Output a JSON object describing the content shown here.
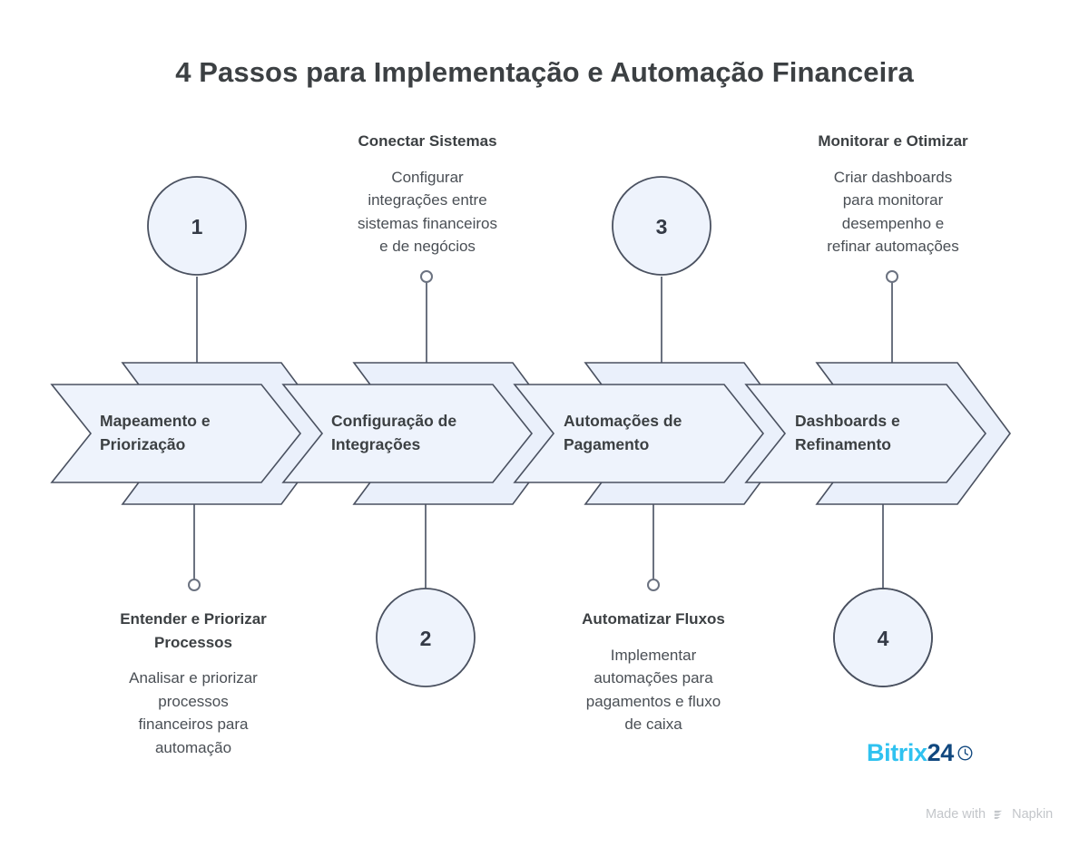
{
  "title": "4 Passos para Implementação e Automação Financeira",
  "theme": {
    "chevron_fill_light": "#eaf0fb",
    "chevron_fill_lighter": "#f2f6fd",
    "chevron_stroke": "#4a5160",
    "circle_fill": "#eef3fc",
    "circle_stroke": "#4a5160",
    "connector": "#6b7280",
    "text_dark": "#3c4043",
    "text_body": "#4a4f55",
    "bitrix_cyan": "#2fc2f0",
    "bitrix_navy": "#11487f",
    "napkin_grey": "#c3c6ca"
  },
  "steps": [
    {
      "number": "1",
      "chevron_label": "Mapeamento e\nPriorização",
      "caption_title": "Entender e Priorizar\nProcessos",
      "caption_body": "Analisar e priorizar\nprocessos\nfinanceiros para\nautomação",
      "caption_side": "bottom",
      "circle_side": "top"
    },
    {
      "number": "2",
      "chevron_label": "Configuração de\nIntegrações",
      "caption_title": "Conectar Sistemas",
      "caption_body": "Configurar\nintegrações entre\nsistemas financeiros\ne de negócios",
      "caption_side": "top",
      "circle_side": "bottom"
    },
    {
      "number": "3",
      "chevron_label": "Automações de\nPagamento",
      "caption_title": "Automatizar Fluxos",
      "caption_body": "Implementar\nautomações para\npagamentos e fluxo\nde caixa",
      "caption_side": "bottom",
      "circle_side": "top"
    },
    {
      "number": "4",
      "chevron_label": "Dashboards e\nRefinamento",
      "caption_title": "Monitorar e Otimizar",
      "caption_body": "Criar dashboards\npara monitorar\ndesempenho e\nrefinar automações",
      "caption_side": "top",
      "circle_side": "bottom"
    }
  ],
  "branding": {
    "bitrix_word": "Bitrix",
    "bitrix_number": "24",
    "bitrix_icon": "clock-icon",
    "napkin_text": "Made with",
    "napkin_name": "Napkin",
    "napkin_icon": "napkin-chevrons-icon"
  }
}
